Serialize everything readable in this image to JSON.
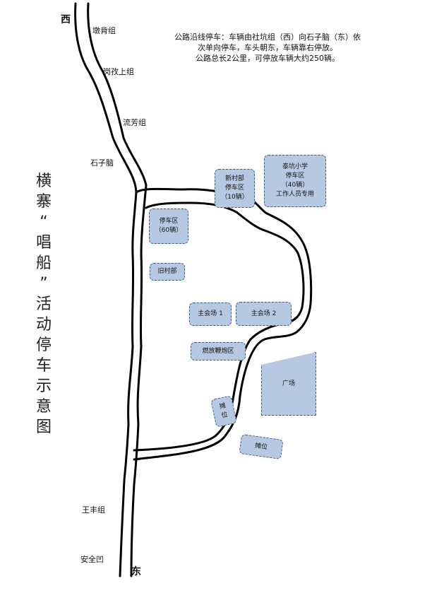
{
  "directions": {
    "west": "西",
    "east": "东"
  },
  "notice": {
    "line1": "公路沿线停车：车辆由社坑组（西）向石子脑（东）依",
    "line2": "次单向停车，车头朝东，车辆靠右停放。",
    "line3": "公路总长2公里，可停放车辆大约250辆。"
  },
  "title_chars": [
    "横",
    "寨",
    "“",
    "唱",
    "船",
    "”",
    "活",
    "动",
    "停",
    "车",
    "示",
    "意",
    "图"
  ],
  "places": {
    "dunbei": "墩背组",
    "gangzi": "岗孜上组",
    "liufang": "流芳组",
    "shizinao": "石子脑",
    "wangfeng": "王丰组",
    "anquanao": "安全凹"
  },
  "areas": {
    "xincunbu": [
      "新村部",
      "停车区",
      "（10辆）"
    ],
    "taikeng": [
      "泰坑小学",
      "停车区",
      "（40辆）",
      "工作人员专用"
    ],
    "parking60": [
      "停车区",
      "（60辆）"
    ],
    "jiucunbu": "旧村部",
    "venue1": "主会场 1",
    "venue2": "主会场 2",
    "firecracker": "燃放鞭炮区",
    "square": "广场",
    "stall1": [
      "摊",
      "位"
    ],
    "stall2": "摊位"
  },
  "colors": {
    "area_fill": "#b7c9e2",
    "area_border": "#3d5a80",
    "road": "#000000"
  }
}
